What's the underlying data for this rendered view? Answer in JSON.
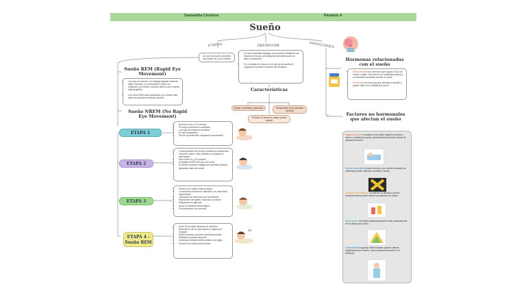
{
  "header": {
    "author": "Samantha Córdova",
    "group": "Paralelo 4"
  },
  "title": "Sueño",
  "branches": {
    "left": "ETAPAS",
    "center": "DEFINICION",
    "right": "VARIACIONES"
  },
  "etapas_intro": "Un ciclo del sueño completo dura entre 90 y 110 minutos",
  "definition": {
    "p1": "Es una necesidad biológica que permite restablecer las funciones físicas y psicológicas esenciales para un pleno rendimiento.",
    "p2": "Es un estado de reposo en el que se encuentra el organismo durante el periodo de descanso."
  },
  "caracteristicas": {
    "heading": "Características",
    "items": [
      "Estado reversible y periódico",
      "Disminución de la actividad cerebral",
      "Periodo en donde el cuerpo puede reparar"
    ]
  },
  "rem": {
    "heading": "Sueño REM (Rapid Eye Movement)",
    "p1": "Los ojos se mueven con ráfagas rápidas mientras están cerrados, se encuentra el cuerpo en relajación y el cerebro está tan activo como cuando está despierto.",
    "p2": "Los ciclos REM están asociados con niveles más altos de actividad cerebral y sueños."
  },
  "nrem": {
    "heading": "Sueño NREM (No Rapid Eye Movement)"
  },
  "etapas": [
    {
      "label": "ETAPA 1",
      "color": "#7fcdd6",
      "items": [
        "Dura de cinco a 10 minutos",
        "El cuerpo comienza a calmarse",
        "Los ojos permanecen cerrados",
        "Es fácil despertarlo",
        "Puede experimentar “espasmos musculares”"
      ]
    },
    {
      "label": "ETAPA 2",
      "color": "#c7b3e6",
      "items": [
        "La temperatura del cuerpo comienza a descender",
        "Fuera de sueño, ritmo cardíaco y respiración disminuyen",
        "Dura entre 10 y 25 minutos",
        "Completo el 50% del ciclo de sueño",
        "El cerebro produce ráfagas de actividad cerebral llamadas husos de sueño"
      ]
    },
    {
      "label": "ETAPA 3",
      "color": "#9fd98e",
      "items": [
        "Entrar en un sueño más profundo",
        "La actividad cerebral se ralentiza y es más difícil despertarse",
        "Liberación de hormonas del crecimiento",
        "Reparación de tejidos, músculos y huesos",
        "Regulación de glucosa",
        "Apoyo al sistema inmunológico",
        "Procesamiento de memoria"
      ]
    },
    {
      "label": "ETAPA 4 - Sueño REM",
      "color": "#f0ea8c",
      "items": [
        "Entre 90 minutos después de dormirse",
        "Movimiento de los ojos rápido y respiración irregular",
        "Ritmo cardíaco y presión arterial aumentan",
        "Parálisis muscular temporal",
        "Actividad cerebral intensa similar a la vigilia",
        "Ocurren los sueños más vívidos"
      ]
    }
  ],
  "hormonas": {
    "heading": "Hormonas relacionadas con el sueño",
    "items": [
      {
        "name": "Melatonina",
        "text": "es una hormona que regula el ciclo de sueño y vigilia. Se produce en la glándula pineal y su liberación aumenta durante la noche."
      },
      {
        "name": "Grelina",
        "text": "es una hormona que estimula el apetito y puede influir en la calidad del sueño."
      }
    ]
  },
  "factores": {
    "heading": "Factores no hormonales que afectan el sueño",
    "items": [
      {
        "name": "Higiene del sueño",
        "text": "mantener una rutina regular de sueño y tener un ambiente propicio para descansar puede mejorar la calidad del sueño."
      },
      {
        "name": "Estrés y ansiedad",
        "text": "el estrés crónico y los niveles elevados de ansiedad pueden dificultar conciliar el sueño."
      },
      {
        "name": "Consumo de sustancias",
        "text": "la cafeína, el alcohol y ciertos medicamentos pueden alterar los patrones de sueño."
      },
      {
        "name": "Alimentación",
        "text": "una dieta equilibrada puede influir positivamente en la calidad del sueño."
      },
      {
        "name": "Enfermedades",
        "text": "algunas enfermedades pueden afectar negativamente el sueño, como la apnea del sueño o el insomnio."
      }
    ]
  },
  "colors": {
    "header": "#a9d89a",
    "connector": "#8a8a8a",
    "panel": "#e6e6e6"
  }
}
